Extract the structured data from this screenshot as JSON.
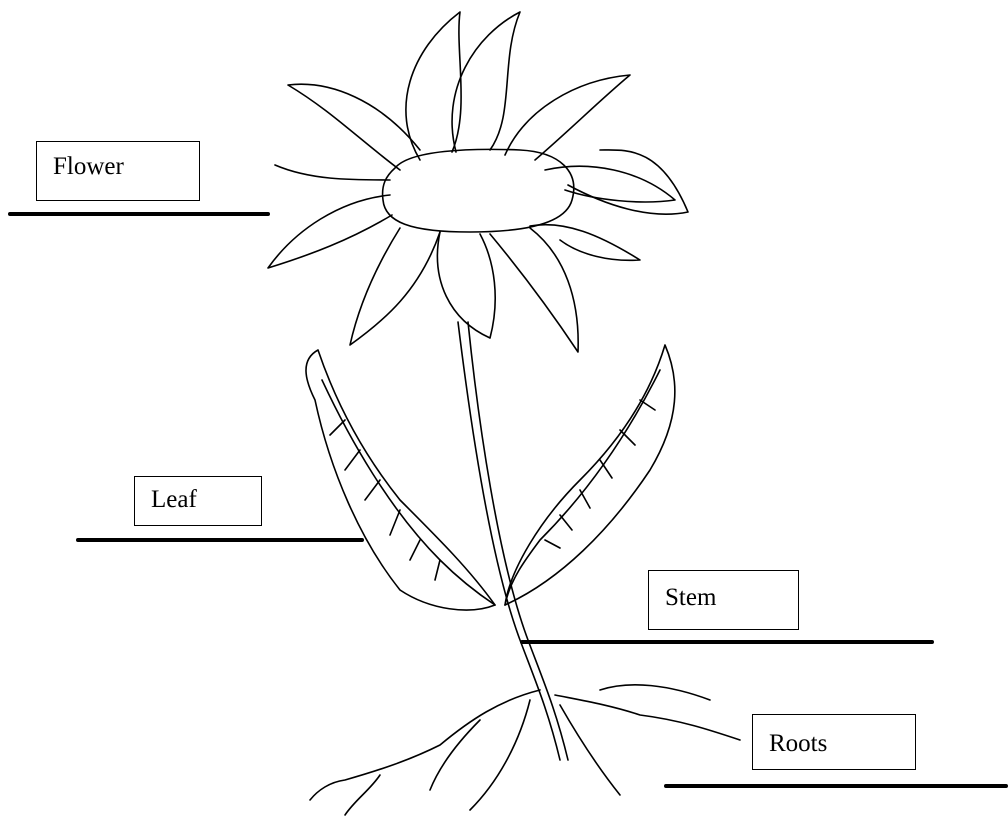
{
  "labels": {
    "flower": "Flower",
    "leaf": "Leaf",
    "stem": "Stem",
    "roots": "Roots"
  },
  "colors": {
    "ink": "#000000",
    "background": "#ffffff"
  }
}
